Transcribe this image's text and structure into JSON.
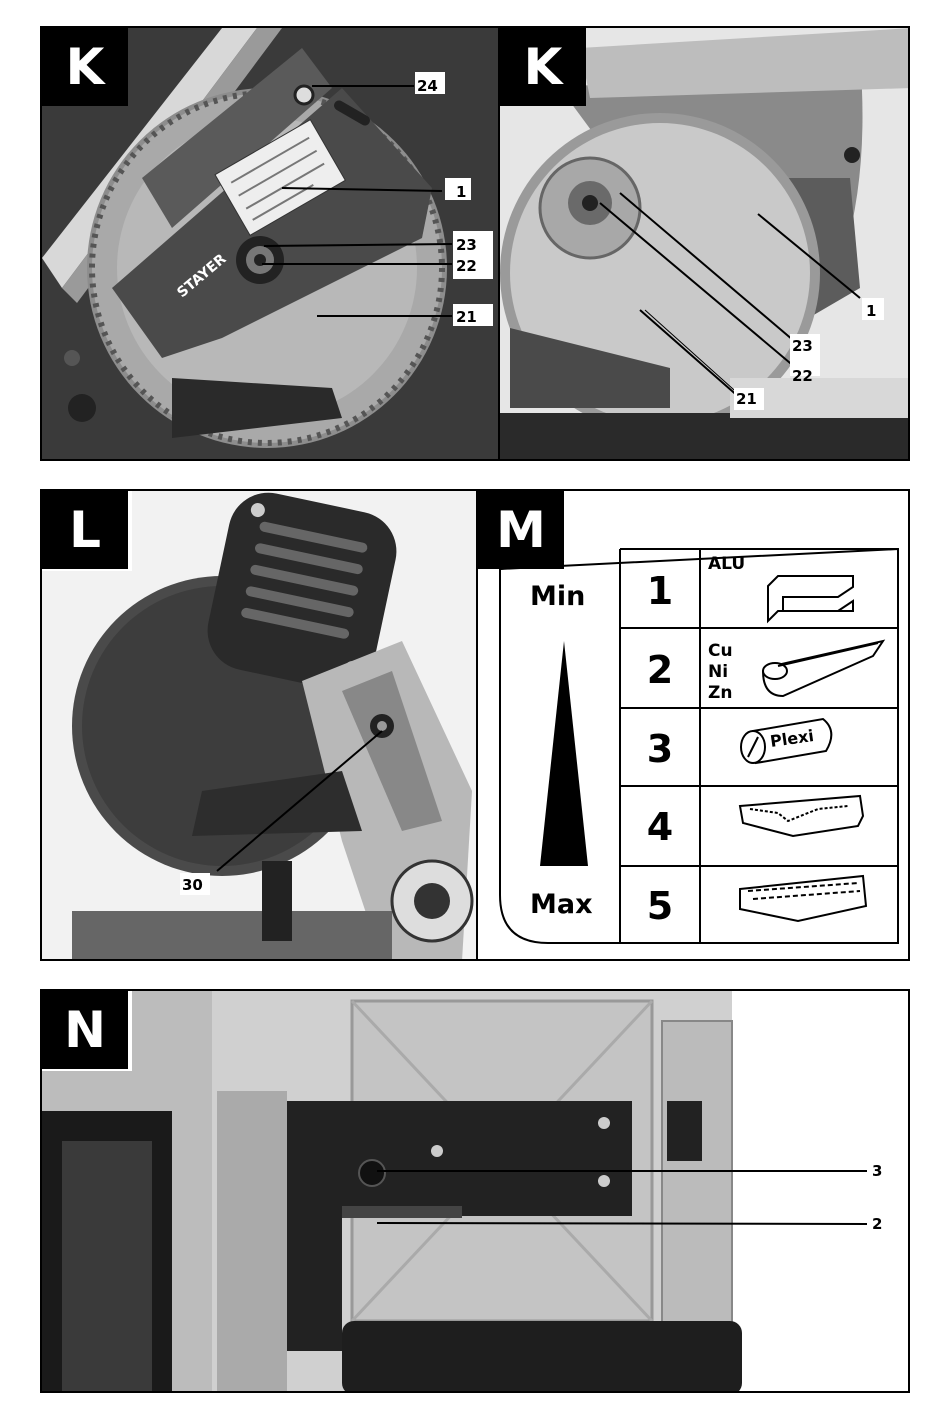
{
  "panels": {
    "k1": {
      "tag": "K",
      "callouts": [
        "24",
        "1",
        "23",
        "22",
        "21"
      ],
      "brand": "STAYER"
    },
    "k2": {
      "tag": "K",
      "callouts": [
        "1",
        "23",
        "22",
        "21"
      ]
    },
    "l": {
      "tag": "L",
      "callouts": [
        "30"
      ]
    },
    "m": {
      "tag": "M",
      "min_label": "Min",
      "max_label": "Max",
      "rows": [
        {
          "number": "1",
          "material": "ALU"
        },
        {
          "number": "2",
          "material": "Cu\nNi\nZn"
        },
        {
          "number": "3",
          "material": "Plexi"
        },
        {
          "number": "4",
          "material": ""
        },
        {
          "number": "5",
          "material": ""
        }
      ]
    },
    "n": {
      "tag": "N",
      "callouts": [
        "3",
        "2"
      ]
    }
  }
}
